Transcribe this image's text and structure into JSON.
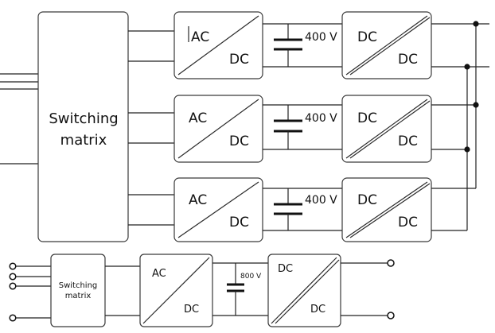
{
  "top_system": {
    "switching_matrix": {
      "line1": "Switching",
      "line2": "matrix"
    },
    "stages": [
      {
        "ac_label": "AC",
        "dc_label": "DC",
        "capacitor_voltage": "400 V",
        "dcdc_in": "DC",
        "dcdc_out": "DC"
      },
      {
        "ac_label": "AC",
        "dc_label": "DC",
        "capacitor_voltage": "400 V",
        "dcdc_in": "DC",
        "dcdc_out": "DC"
      },
      {
        "ac_label": "AC",
        "dc_label": "DC",
        "capacitor_voltage": "400 V",
        "dcdc_in": "DC",
        "dcdc_out": "DC"
      }
    ]
  },
  "bottom_system": {
    "switching_matrix": {
      "line1": "Switching",
      "line2": "matrix"
    },
    "ac_label": "AC",
    "dc_label": "DC",
    "capacitor_voltage": "800 V",
    "dcdc_in": "DC",
    "dcdc_out": "DC"
  }
}
